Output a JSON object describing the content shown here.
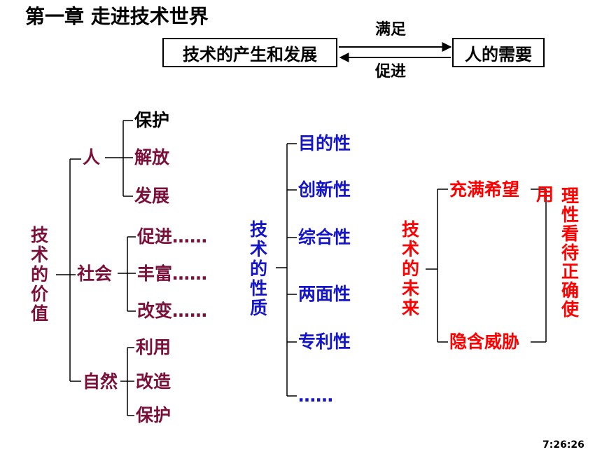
{
  "title": "第一章  走进技术世界",
  "top_relation": {
    "left_box": "技术的产生和发展",
    "right_box": "人的需要",
    "top_arrow_label": "满足",
    "bottom_arrow_label": "促进"
  },
  "value_tree": {
    "root": "技术的价值",
    "branches": [
      {
        "label": "人",
        "children": [
          "保护",
          "解放",
          "发展"
        ]
      },
      {
        "label": "社会",
        "children": [
          "促进……",
          "丰富……",
          "改变……"
        ]
      },
      {
        "label": "自然",
        "children": [
          "利用",
          "改造",
          "保护"
        ]
      }
    ]
  },
  "nature_tree": {
    "root": "技术的性质",
    "children": [
      "目的性",
      "创新性",
      "综合性",
      "两面性",
      "专利性",
      "……"
    ]
  },
  "future_tree": {
    "root": "技术的未来",
    "children": [
      "充满希望",
      "隐含威胁"
    ],
    "side_note_col1": "用",
    "side_note_col2": "理性看待  正确使"
  },
  "timestamp": "7:26:26",
  "colors": {
    "value_tree": "#7a0f3a",
    "nature_tree": "#1414c8",
    "future_tree": "#ff0000",
    "lines": "#000000"
  }
}
